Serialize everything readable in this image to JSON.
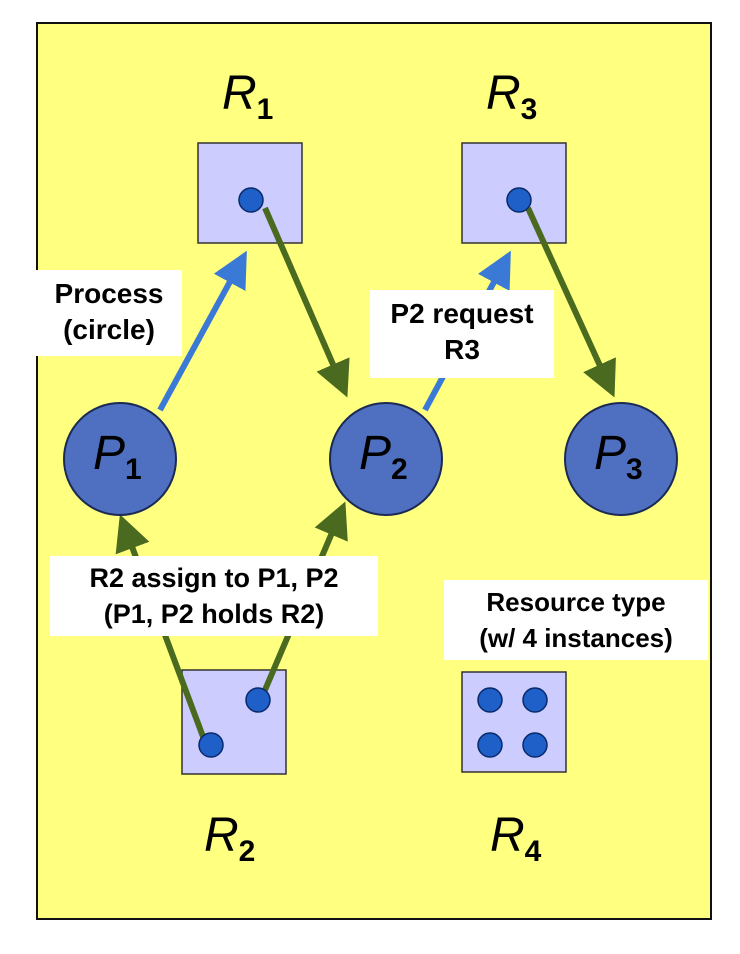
{
  "colors": {
    "background": "#ffff80",
    "resource_fill": "#ccccff",
    "process_fill": "#4f6fc0",
    "instance_dot": "#1f5fc8",
    "request_edge": "#3a7ad6",
    "assignment_edge": "#4a6a1f"
  },
  "resources": [
    {
      "id": "R1",
      "letter": "R",
      "subscript": "1",
      "instances": 1
    },
    {
      "id": "R2",
      "letter": "R",
      "subscript": "2",
      "instances": 2
    },
    {
      "id": "R3",
      "letter": "R",
      "subscript": "3",
      "instances": 1
    },
    {
      "id": "R4",
      "letter": "R",
      "subscript": "4",
      "instances": 4
    }
  ],
  "processes": [
    {
      "id": "P1",
      "letter": "P",
      "subscript": "1"
    },
    {
      "id": "P2",
      "letter": "P",
      "subscript": "2"
    },
    {
      "id": "P3",
      "letter": "P",
      "subscript": "3"
    }
  ],
  "edges": [
    {
      "from": "P1",
      "to": "R1",
      "kind": "request"
    },
    {
      "from": "R1",
      "to": "P2",
      "kind": "assignment"
    },
    {
      "from": "P2",
      "to": "R3",
      "kind": "request"
    },
    {
      "from": "R3",
      "to": "P3",
      "kind": "assignment"
    },
    {
      "from": "R2",
      "to": "P1",
      "kind": "assignment"
    },
    {
      "from": "R2",
      "to": "P2",
      "kind": "assignment"
    }
  ],
  "annotations": {
    "process_line1": "Process",
    "process_line2": "(circle)",
    "request_line1": "P2 request",
    "request_line2": "R3",
    "assign_line1": "R2 assign to P1, P2",
    "assign_line2": "(P1, P2 holds R2)",
    "resource_line1": "Resource type",
    "resource_line2": "(w/ 4 instances)"
  }
}
